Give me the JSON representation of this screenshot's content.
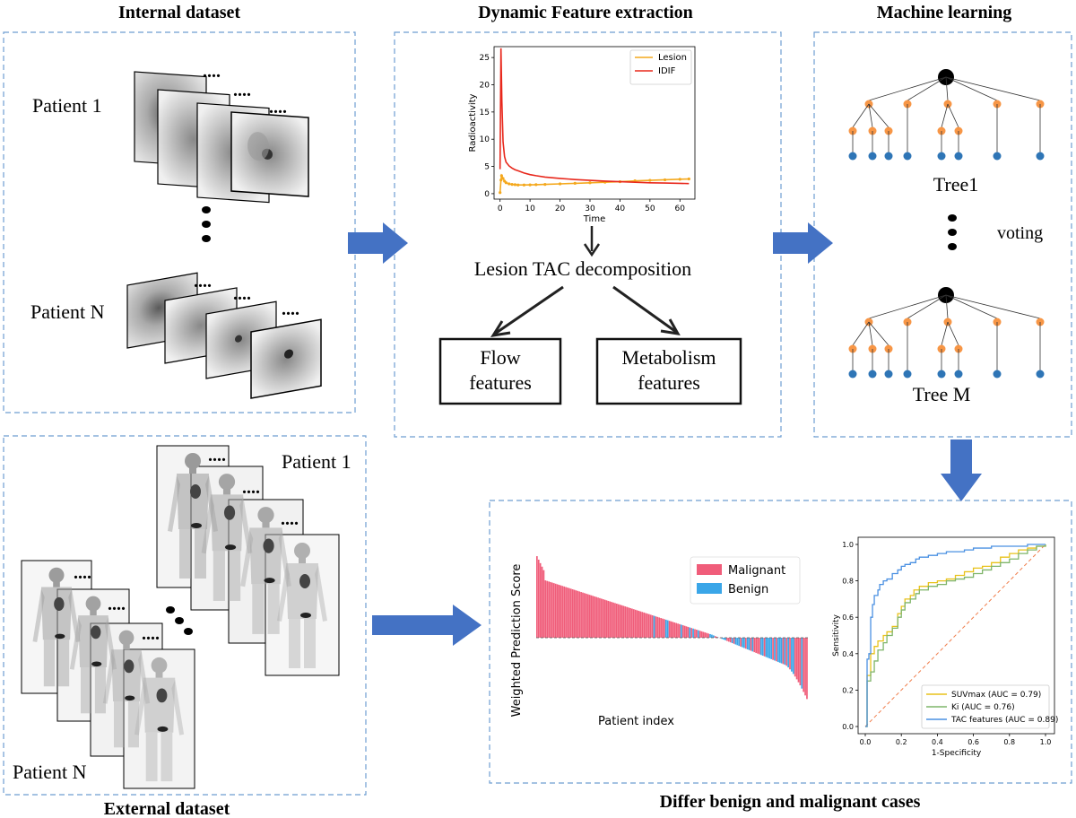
{
  "sections": {
    "internal": "Internal dataset",
    "dynamic": "Dynamic Feature extraction",
    "ml": "Machine learning",
    "external": "External dataset",
    "differ": "Differ benign and malignant cases"
  },
  "internal_panel": {
    "patient_first": "Patient 1",
    "patient_last": "Patient N",
    "dots": "...."
  },
  "external_panel": {
    "patient_first": "Patient 1",
    "patient_last": "Patient N",
    "dots": "...."
  },
  "tac_chart": {
    "type": "line",
    "xlabel": "Time",
    "ylabel": "Radioactivity",
    "xticks": [
      0,
      10,
      20,
      30,
      40,
      50,
      60
    ],
    "yticks": [
      0,
      5,
      10,
      15,
      20,
      25
    ],
    "xlim": [
      -2,
      65
    ],
    "ylim": [
      -1,
      27
    ],
    "series": [
      {
        "name": "Lesion",
        "color": "#f4a81d",
        "x": [
          0,
          0.3,
          0.5,
          1,
          1.5,
          2,
          3,
          4,
          5,
          6,
          8,
          10,
          12,
          15,
          20,
          25,
          30,
          35,
          40,
          45,
          50,
          55,
          60,
          63
        ],
        "y": [
          0.2,
          2.5,
          3.3,
          2.8,
          2.3,
          2.0,
          1.8,
          1.7,
          1.65,
          1.6,
          1.6,
          1.62,
          1.65,
          1.7,
          1.8,
          1.9,
          2.0,
          2.1,
          2.2,
          2.35,
          2.45,
          2.55,
          2.65,
          2.7
        ]
      },
      {
        "name": "IDIF",
        "color": "#e8281c",
        "x": [
          0,
          0.3,
          0.6,
          1,
          1.5,
          2,
          3,
          4,
          5,
          6,
          8,
          10,
          12,
          15,
          20,
          25,
          30,
          35,
          40,
          45,
          50,
          55,
          60,
          63
        ],
        "y": [
          4.5,
          26.7,
          17.0,
          9.5,
          6.8,
          5.8,
          5.1,
          4.7,
          4.4,
          4.2,
          3.8,
          3.5,
          3.3,
          3.05,
          2.8,
          2.6,
          2.45,
          2.3,
          2.2,
          2.1,
          2.0,
          1.95,
          1.9,
          1.85
        ]
      }
    ]
  },
  "decomposition": {
    "title": "Lesion TAC decomposition",
    "flow_line1": "Flow",
    "flow_line2": "features",
    "metab_line1": "Metabolism",
    "metab_line2": "features"
  },
  "ml_panel": {
    "tree1": "Tree1",
    "treeM": "Tree M",
    "voting": "voting"
  },
  "bar_chart": {
    "type": "bar",
    "ylabel": "Weighted Prediction Score",
    "xlabel": "Patient index",
    "legend": [
      "Malignant",
      "Benign"
    ],
    "colors": {
      "Malignant": "#f05d7a",
      "Benign": "#3aa6e8"
    },
    "count": 160,
    "ylim": [
      -0.75,
      0.9
    ]
  },
  "roc_chart": {
    "type": "line",
    "xlabel": "1-Specificity",
    "ylabel": "Sensitivity",
    "ticks": [
      "0.0",
      "0.2",
      "0.4",
      "0.6",
      "0.8",
      "1.0"
    ],
    "series": [
      {
        "name": "SUVmax (AUC = 0.79)",
        "color": "#e8c21a",
        "x": [
          0,
          0.01,
          0.01,
          0.03,
          0.03,
          0.05,
          0.07,
          0.1,
          0.12,
          0.15,
          0.18,
          0.2,
          0.22,
          0.25,
          0.27,
          0.3,
          0.35,
          0.4,
          0.45,
          0.5,
          0.55,
          0.6,
          0.65,
          0.7,
          0.75,
          0.8,
          0.85,
          0.9,
          0.95,
          1.0
        ],
        "y": [
          0,
          0,
          0.28,
          0.3,
          0.4,
          0.44,
          0.47,
          0.5,
          0.52,
          0.55,
          0.62,
          0.66,
          0.7,
          0.72,
          0.75,
          0.77,
          0.79,
          0.8,
          0.81,
          0.83,
          0.85,
          0.87,
          0.88,
          0.9,
          0.93,
          0.95,
          0.97,
          0.98,
          0.99,
          1.0
        ]
      },
      {
        "name": "Ki (AUC = 0.76)",
        "color": "#7fb56a",
        "x": [
          0,
          0.01,
          0.01,
          0.03,
          0.05,
          0.07,
          0.1,
          0.12,
          0.15,
          0.18,
          0.2,
          0.22,
          0.25,
          0.28,
          0.3,
          0.35,
          0.4,
          0.45,
          0.5,
          0.55,
          0.6,
          0.65,
          0.7,
          0.75,
          0.8,
          0.85,
          0.9,
          0.95,
          1.0
        ],
        "y": [
          0,
          0,
          0.25,
          0.3,
          0.36,
          0.42,
          0.46,
          0.5,
          0.54,
          0.6,
          0.64,
          0.68,
          0.7,
          0.73,
          0.75,
          0.77,
          0.78,
          0.8,
          0.81,
          0.82,
          0.84,
          0.86,
          0.88,
          0.9,
          0.92,
          0.95,
          0.97,
          0.99,
          1.0
        ]
      },
      {
        "name": "TAC features (AUC = 0.89)",
        "color": "#4a90e2",
        "x": [
          0,
          0.01,
          0.01,
          0.02,
          0.03,
          0.04,
          0.05,
          0.07,
          0.08,
          0.1,
          0.12,
          0.15,
          0.18,
          0.2,
          0.22,
          0.25,
          0.28,
          0.3,
          0.35,
          0.4,
          0.45,
          0.5,
          0.55,
          0.6,
          0.65,
          0.7,
          0.8,
          0.9,
          1.0
        ],
        "y": [
          0,
          0.2,
          0.37,
          0.4,
          0.6,
          0.67,
          0.72,
          0.75,
          0.78,
          0.8,
          0.81,
          0.84,
          0.86,
          0.88,
          0.89,
          0.9,
          0.92,
          0.93,
          0.94,
          0.95,
          0.96,
          0.96,
          0.97,
          0.98,
          0.98,
          0.99,
          0.99,
          1.0,
          1.0
        ]
      }
    ],
    "diagonal_color": "#f07d4b"
  }
}
